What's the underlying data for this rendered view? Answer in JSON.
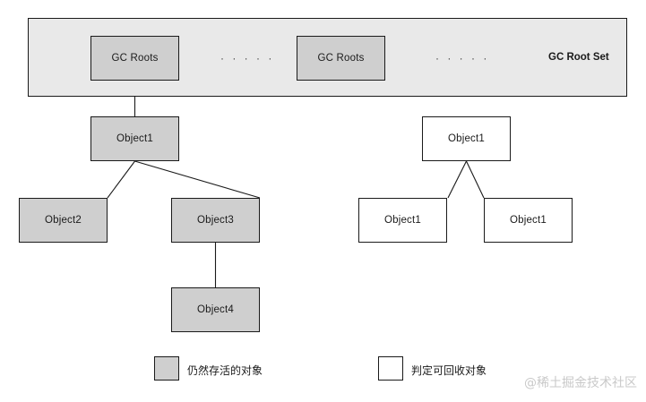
{
  "diagram": {
    "root_band": {
      "title": "GC Root Set",
      "roots": [
        {
          "label": "GC Roots"
        },
        {
          "label": "GC Roots"
        }
      ],
      "ellipsis": [
        {
          "label": "· · · · ·"
        },
        {
          "label": "· · · · ·"
        }
      ]
    },
    "alive_tree": {
      "root": {
        "label": "Object1"
      },
      "children": [
        {
          "label": "Object2"
        },
        {
          "label": "Object3"
        }
      ],
      "grandchild": {
        "label": "Object4"
      }
    },
    "dead_tree": {
      "root": {
        "label": "Object1"
      },
      "children": [
        {
          "label": "Object1"
        },
        {
          "label": "Object1"
        }
      ]
    },
    "legend": {
      "alive": {
        "label": "仍然存活的对象"
      },
      "dead": {
        "label": "判定可回收对象"
      }
    },
    "watermark": {
      "label": "@稀土掘金技术社区"
    },
    "colors": {
      "alive_fill": "#cfcfcf",
      "dead_fill": "#ffffff",
      "band_fill": "#e9e9e9",
      "stroke": "#1a1a1a",
      "watermark": "#c9c9c9"
    }
  }
}
